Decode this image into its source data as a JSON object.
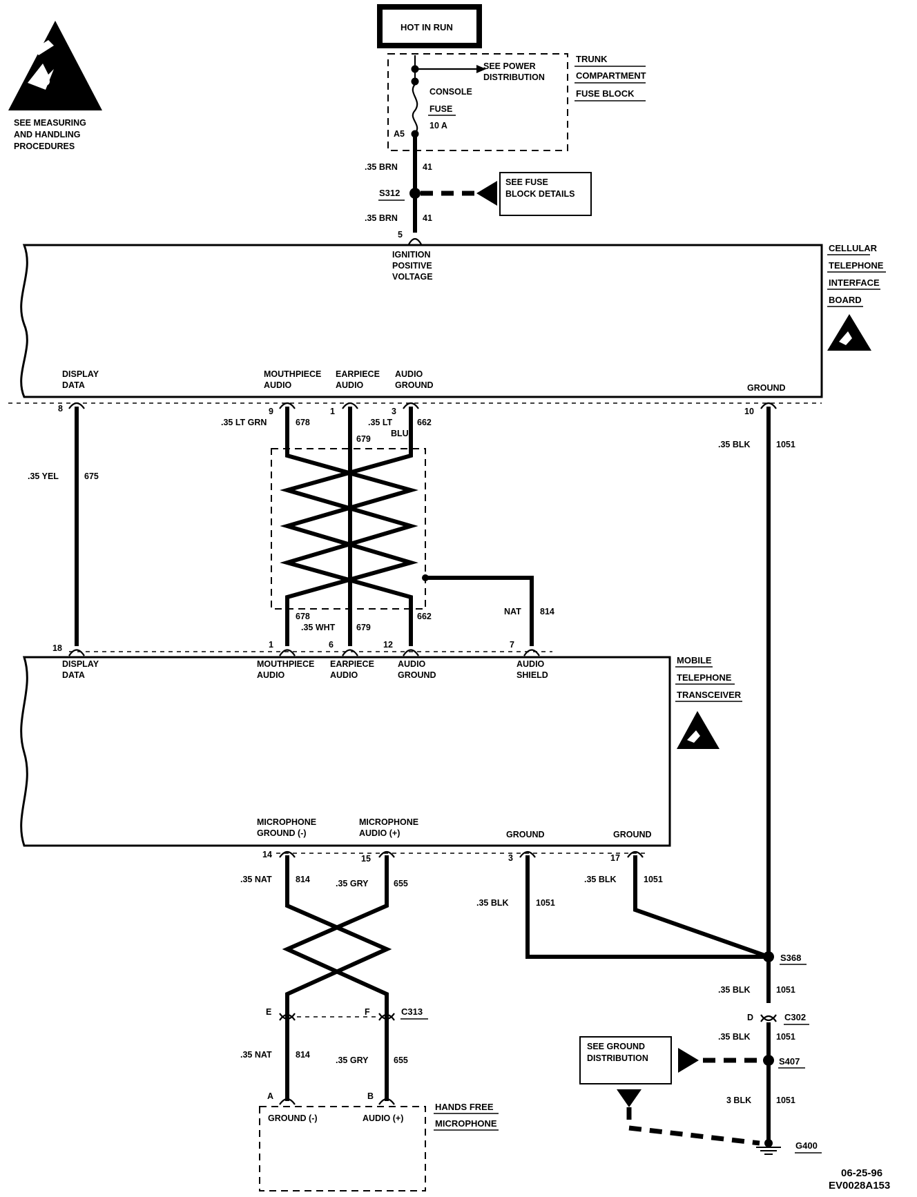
{
  "esd_note": [
    "SEE MEASURING",
    "AND HANDLING",
    "PROCEDURES"
  ],
  "power": {
    "hot_in_run": "HOT IN RUN",
    "see_power": [
      "SEE POWER",
      "DISTRIBUTION"
    ],
    "fuse_block": [
      "TRUNK",
      "COMPARTMENT",
      "FUSE BLOCK"
    ],
    "fuse_name": [
      "CONSOLE",
      "FUSE"
    ],
    "fuse_rating": "10 A",
    "fuse_pin": "A5",
    "wire_gauge": ".35 BRN",
    "wire_circuit": "41",
    "splice": "S312",
    "see_fuse_block": [
      "SEE FUSE",
      "BLOCK DETAILS"
    ],
    "wire2_gauge": ".35 BRN",
    "wire2_circuit": "41",
    "interface_pin": "5"
  },
  "interface_board": {
    "title": [
      "CELLULAR",
      "TELEPHONE",
      "INTERFACE",
      "BOARD"
    ],
    "ignition": [
      "IGNITION",
      "POSITIVE",
      "VOLTAGE"
    ],
    "display_data": [
      "DISPLAY",
      "DATA"
    ],
    "mouthpiece": [
      "MOUTHPIECE",
      "AUDIO"
    ],
    "earpiece": [
      "EARPIECE",
      "AUDIO"
    ],
    "audio_ground": [
      "AUDIO",
      "GROUND"
    ],
    "ground": "GROUND",
    "pins": {
      "display": "8",
      "mouth": "9",
      "ear": "1",
      "agnd": "3",
      "gnd": "10"
    }
  },
  "wires_mid": {
    "w1_gauge": ".35 YEL",
    "w1_circuit": "675",
    "w2_gauge": ".35 LT GRN",
    "w2_circuit": "678",
    "w3_circuit": "679",
    "w4_gauge": [
      ".35 LT",
      "BLU"
    ],
    "w4_circuit": "662",
    "gnd_gauge": ".35 BLK",
    "gnd_circuit": "1051",
    "lower_678": "678",
    "lower_wht": ".35 WHT",
    "lower_679": "679",
    "lower_662": "662",
    "shield_gauge": "NAT",
    "shield_circuit": "814"
  },
  "transceiver": {
    "title": [
      "MOBILE",
      "TELEPHONE",
      "TRANSCEIVER"
    ],
    "display_data": [
      "DISPLAY",
      "DATA"
    ],
    "mouthpiece": [
      "MOUTHPIECE",
      "AUDIO"
    ],
    "earpiece": [
      "EARPIECE",
      "AUDIO"
    ],
    "audio_ground": [
      "AUDIO",
      "GROUND"
    ],
    "audio_shield": [
      "AUDIO",
      "SHIELD"
    ],
    "mic_ground": [
      "MICROPHONE",
      "GROUND (-)"
    ],
    "mic_audio": [
      "MICROPHONE",
      "AUDIO (+)"
    ],
    "ground1": "GROUND",
    "ground2": "GROUND",
    "pins_top": {
      "display": "18",
      "mouth": "1",
      "ear": "6",
      "agnd": "12",
      "shield": "7"
    },
    "pins_bottom": {
      "micgnd": "14",
      "micaud": "15",
      "gnd1": "3",
      "gnd2": "17"
    }
  },
  "wires_low": {
    "a_gauge": ".35 NAT",
    "a_circuit": "814",
    "b_gauge": ".35 GRY",
    "b_circuit": "655",
    "g1_gauge": ".35 BLK",
    "g1_circuit": "1051",
    "g2_gauge": ".35 BLK",
    "g2_circuit": "1051",
    "conn_e": "E",
    "conn_f": "F",
    "conn_name": "C313",
    "a2_gauge": ".35 NAT",
    "a2_circuit": "814",
    "b2_gauge": ".35 GRY",
    "b2_circuit": "655",
    "pin_a": "A",
    "pin_b": "B"
  },
  "microphone": {
    "title": [
      "HANDS FREE",
      "MICROPHONE"
    ],
    "ground": "GROUND (-)",
    "audio": "AUDIO (+)"
  },
  "ground_path": {
    "splice": "S368",
    "w1_gauge": ".35 BLK",
    "w1_circuit": "1051",
    "conn_pin": "D",
    "conn_name": "C302",
    "w2_gauge": ".35 BLK",
    "w2_circuit": "1051",
    "splice2": "S407",
    "see_ground": [
      "SEE GROUND",
      "DISTRIBUTION"
    ],
    "w3_gauge": "3 BLK",
    "w3_circuit": "1051",
    "ground_name": "G400"
  },
  "footer": {
    "date": "06-25-96",
    "code": "EV0028A153"
  }
}
